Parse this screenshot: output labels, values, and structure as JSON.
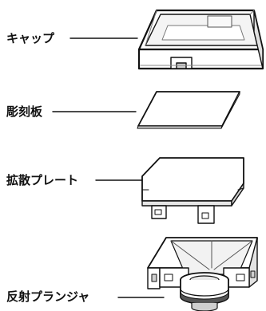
{
  "parts": {
    "cap": {
      "label": "キャップ"
    },
    "engraving_plate": {
      "label": "彫刻板"
    },
    "diffuser_plate": {
      "label": "拡散プレート"
    },
    "reflective_plunger": {
      "label": "反射プランジャ"
    }
  },
  "colors": {
    "stroke": "#111111",
    "fill": "#ffffff",
    "shade": "#e6e6e6",
    "dark_shade": "#9a9a9a"
  }
}
